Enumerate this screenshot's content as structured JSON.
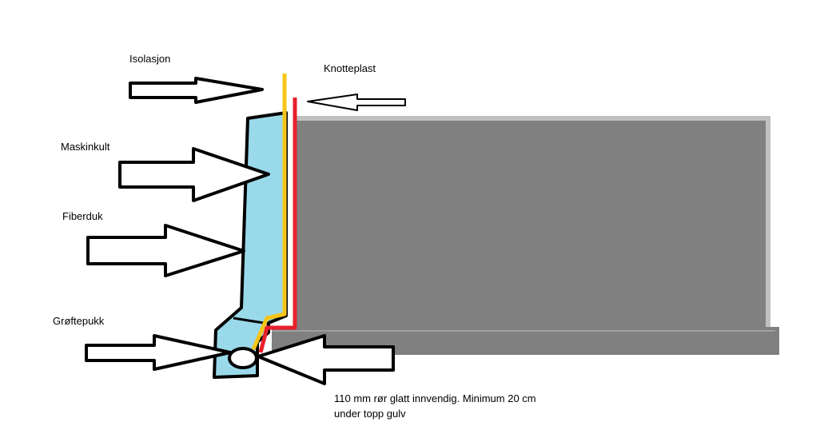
{
  "labels": {
    "isolasjon": "Isolasjon",
    "knotteplast": "Knotteplast",
    "maskinkult": "Maskinkult",
    "fiberduk": "Fiberduk",
    "groftepukk": "Grøftepukk",
    "note_line1": "110 mm rør glatt innvendig. Minimum 20 cm",
    "note_line2": "under topp gulv"
  },
  "colors": {
    "foundation": "#808080",
    "foundation_edge": "#c0c0c0",
    "gravel_fill": "#99d9ea",
    "insulation": "#f5c518",
    "dimple_membrane": "#e8202a",
    "outline": "#000000"
  }
}
